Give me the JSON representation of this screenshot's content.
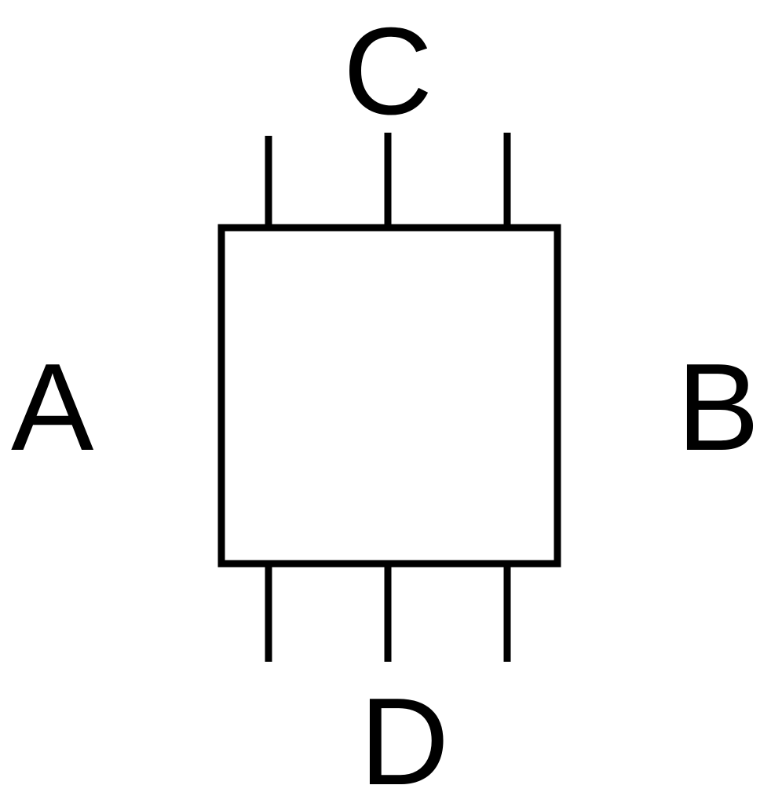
{
  "labels": {
    "top": "C",
    "left": "A",
    "right": "B",
    "bottom": "D"
  },
  "colors": {
    "stroke": "#000000",
    "background": "#ffffff"
  }
}
